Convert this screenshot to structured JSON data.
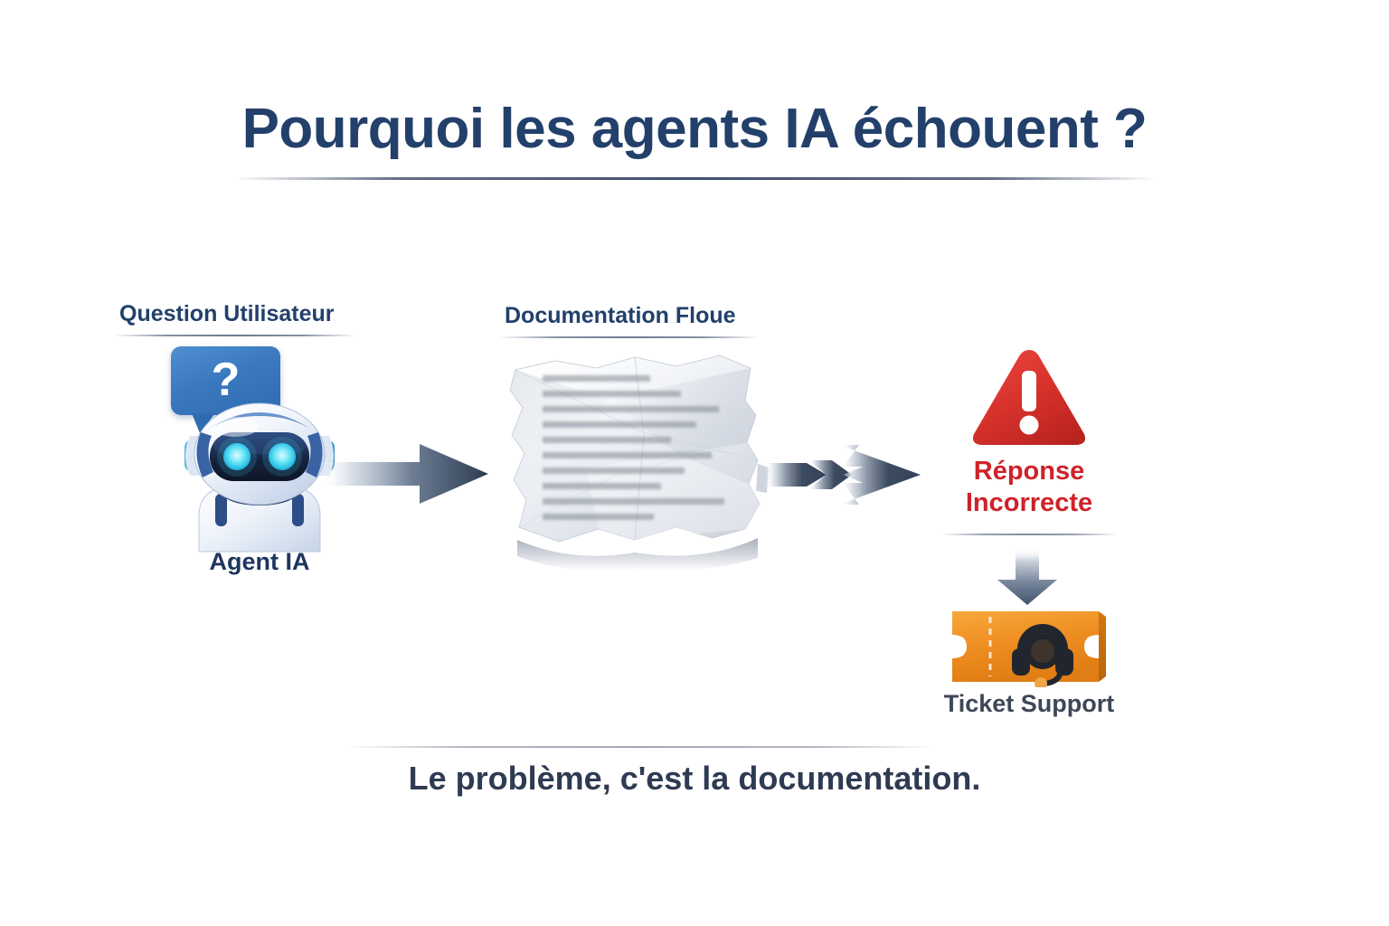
{
  "page": {
    "background_color": "#ffffff",
    "title": "Pourquoi les agents IA échouent ?",
    "caption": "Le problème, c'est la documentation."
  },
  "colors": {
    "title_navy": "#23406b",
    "label_navy": "#1d355f",
    "error_red": "#cf2229",
    "ticket_orange": "#ef8f23",
    "arrow_slate": "#3b4a5f",
    "bubble_blue": "#3b79bf",
    "caption_slate": "#2e3b52"
  },
  "flow": {
    "step1": {
      "section_label": "Question Utilisateur",
      "icon_name": "ai-robot-icon",
      "bubble_glyph": "?",
      "caption": "Agent IA"
    },
    "arrow1": {
      "icon_name": "right-arrow-icon"
    },
    "step2": {
      "section_label": "Documentation Floue",
      "icon_name": "crumpled-document-icon",
      "blurred_line_count": 10
    },
    "arrow2": {
      "icon_name": "double-chevron-right-arrow-icon"
    },
    "step3": {
      "icon_name": "warning-triangle-icon",
      "label_line1": "Réponse",
      "label_line2": "Incorrecte"
    },
    "arrow3": {
      "icon_name": "down-arrow-icon"
    },
    "step4": {
      "icon_name": "support-ticket-headset-icon",
      "caption": "Ticket Support"
    }
  }
}
